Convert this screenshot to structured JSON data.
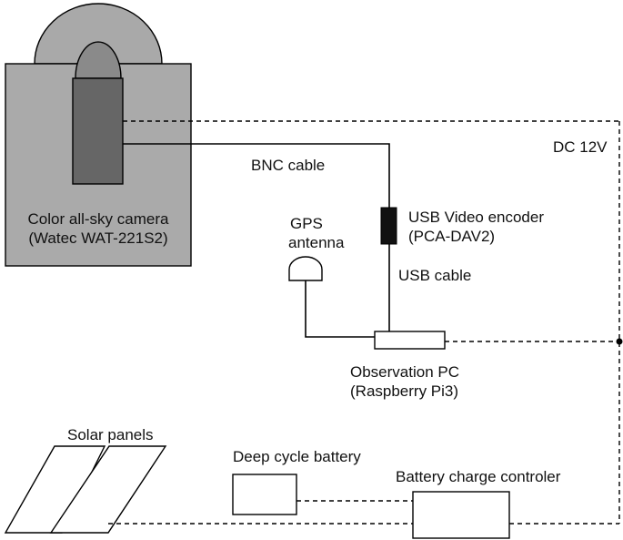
{
  "diagram": {
    "camera_label_line1": "Color all-sky camera",
    "camera_label_line2": "(Watec WAT-221S2)",
    "bnc_cable_label": "BNC cable",
    "dc_label": "DC 12V",
    "gps_label_line1": "GPS",
    "gps_label_line2": "antenna",
    "encoder_label_line1": "USB Video encoder",
    "encoder_label_line2": "(PCA-DAV2)",
    "usb_cable_label": "USB cable",
    "pc_label_line1": "Observation PC",
    "pc_label_line2": "(Raspberry Pi3)",
    "solar_label": "Solar panels",
    "battery_label": "Deep cycle battery",
    "controller_label": "Battery charge controler"
  },
  "colors": {
    "camera_housing": "#aaaaaa",
    "camera_dome": "#999999",
    "camera_body": "#666666",
    "encoder": "#111111",
    "lines": "#000000"
  }
}
